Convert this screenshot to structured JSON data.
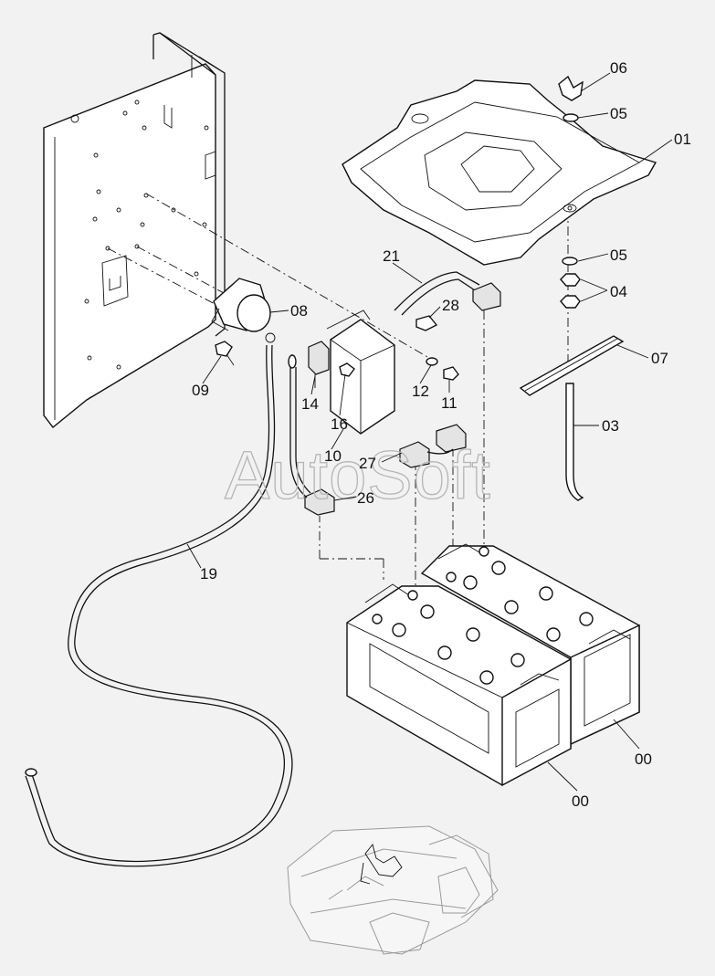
{
  "watermark": "AutoSoft",
  "callouts": [
    {
      "id": "06",
      "label": "06"
    },
    {
      "id": "05a",
      "label": "05"
    },
    {
      "id": "01",
      "label": "01"
    },
    {
      "id": "05b",
      "label": "05"
    },
    {
      "id": "04",
      "label": "04"
    },
    {
      "id": "07",
      "label": "07"
    },
    {
      "id": "03",
      "label": "03"
    },
    {
      "id": "21",
      "label": "21"
    },
    {
      "id": "28",
      "label": "28"
    },
    {
      "id": "08",
      "label": "08"
    },
    {
      "id": "09",
      "label": "09"
    },
    {
      "id": "14",
      "label": "14"
    },
    {
      "id": "16",
      "label": "16"
    },
    {
      "id": "12",
      "label": "12"
    },
    {
      "id": "11",
      "label": "11"
    },
    {
      "id": "10",
      "label": "10"
    },
    {
      "id": "27",
      "label": "27"
    },
    {
      "id": "26",
      "label": "26"
    },
    {
      "id": "19",
      "label": "19"
    },
    {
      "id": "00a",
      "label": "00"
    },
    {
      "id": "00b",
      "label": "00"
    }
  ]
}
